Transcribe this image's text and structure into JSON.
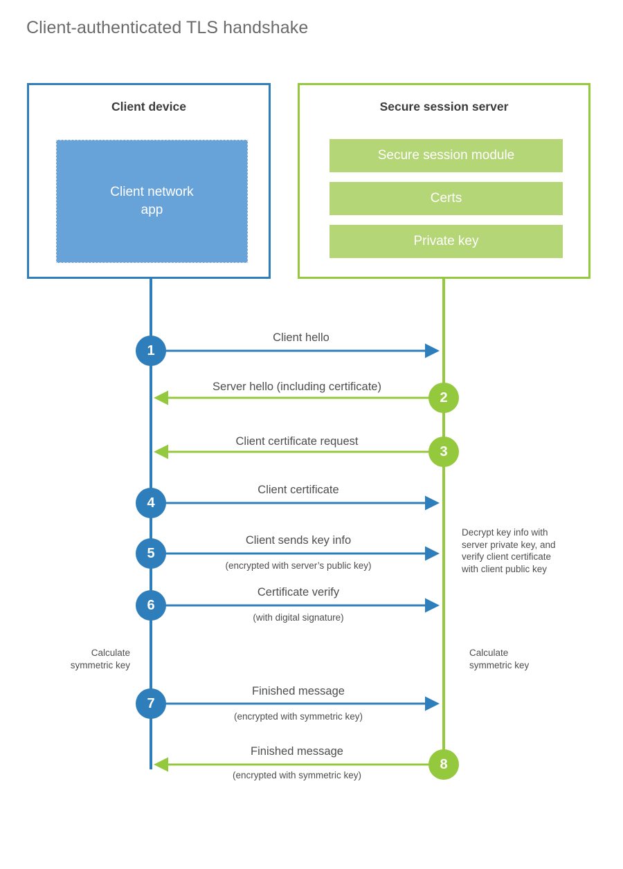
{
  "title": "Client-authenticated TLS handshake",
  "colors": {
    "client_blue": "#2e7ebb",
    "client_app_fill": "#67a3d9",
    "server_green": "#95c93d",
    "server_bar_fill": "#b5d677",
    "title_gray": "#6a6a6a",
    "text_gray": "#4d4d4d",
    "heading_gray": "#3b3b3b"
  },
  "client": {
    "title": "Client device",
    "app_label": "Client network\napp"
  },
  "server": {
    "title": "Secure session server",
    "components": [
      "Secure session module",
      "Certs",
      "Private key"
    ]
  },
  "steps": [
    {
      "number": "1",
      "origin": "client",
      "direction": "right",
      "label": "Client hello",
      "sublabel": ""
    },
    {
      "number": "2",
      "origin": "server",
      "direction": "left",
      "label": "Server hello (including certificate)",
      "sublabel": ""
    },
    {
      "number": "3",
      "origin": "server",
      "direction": "left",
      "label": "Client certificate request",
      "sublabel": ""
    },
    {
      "number": "4",
      "origin": "client",
      "direction": "right",
      "label": "Client certificate",
      "sublabel": ""
    },
    {
      "number": "5",
      "origin": "client",
      "direction": "right",
      "label": "Client sends key info",
      "sublabel": "(encrypted with server’s public key)"
    },
    {
      "number": "6",
      "origin": "client",
      "direction": "right",
      "label": "Certificate verify",
      "sublabel": "(with digital signature)"
    },
    {
      "number": "7",
      "origin": "client",
      "direction": "right",
      "label": "Finished message",
      "sublabel": "(encrypted with symmetric key)"
    },
    {
      "number": "8",
      "origin": "server",
      "direction": "left",
      "label": "Finished message",
      "sublabel": "(encrypted with symmetric key)"
    }
  ],
  "notes": {
    "decrypt": "Decrypt key info with\nserver private key, and\nverify client certificate\nwith client public key",
    "calculate_symmetric_key_client": "Calculate\nsymmetric key",
    "calculate_symmetric_key_server": "Calculate\nsymmetric key"
  }
}
